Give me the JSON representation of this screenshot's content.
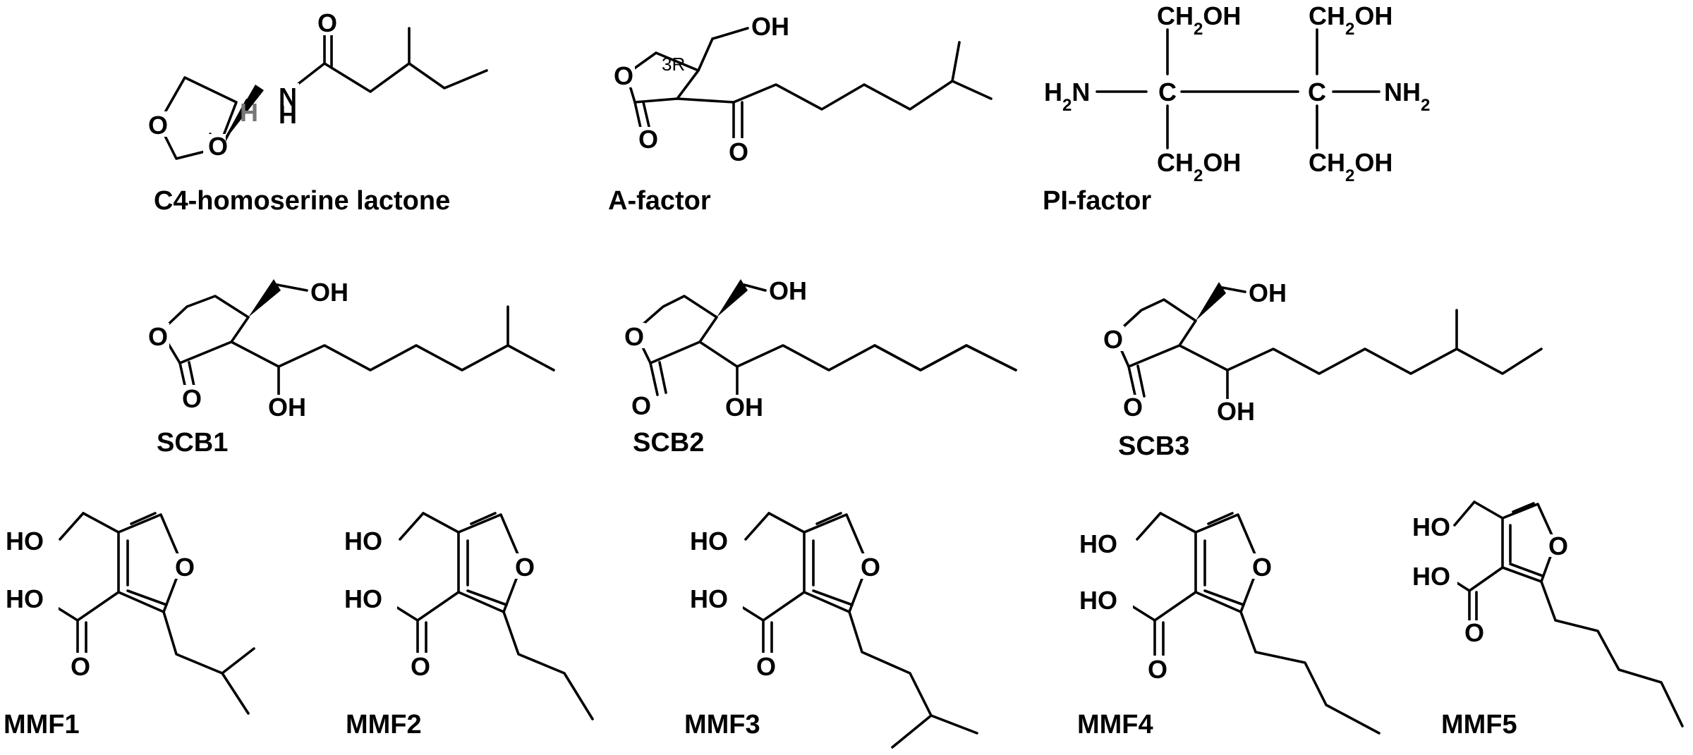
{
  "atoms": {
    "O": "O",
    "N": "N",
    "H": "H",
    "C": "C",
    "OH": "OH",
    "HO": "HO",
    "HN": "H",
    "NH": "N",
    "ch2oh_sub": "2",
    "ch2oh_ch": "CH",
    "ch2oh_oh": "OH",
    "amine_h": "H",
    "amine_n": "N",
    "amine_sub": "2",
    "nh2_n": "NH",
    "stereo_3r": "3R"
  },
  "molecules": [
    {
      "id": "c4-hsl",
      "label": "C4-homoserine  lactone"
    },
    {
      "id": "a-factor",
      "label": "A-factor"
    },
    {
      "id": "pi-factor",
      "label": "PI-factor"
    },
    {
      "id": "scb1",
      "label": "SCB1"
    },
    {
      "id": "scb2",
      "label": "SCB2"
    },
    {
      "id": "scb3",
      "label": "SCB3"
    },
    {
      "id": "mmf1",
      "label": "MMF1"
    },
    {
      "id": "mmf2",
      "label": "MMF2"
    },
    {
      "id": "mmf3",
      "label": "MMF3"
    },
    {
      "id": "mmf4",
      "label": "MMF4"
    },
    {
      "id": "mmf5",
      "label": "MMF5"
    }
  ],
  "colors": {
    "ink": "#000000",
    "hydrogen": "#777777",
    "background": "#ffffff"
  }
}
